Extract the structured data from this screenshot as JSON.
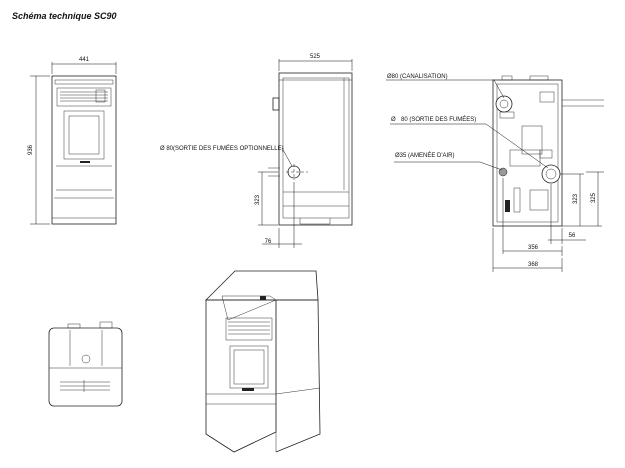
{
  "title": "Schéma technique SC90",
  "dimensions": {
    "front_width": "441",
    "front_height": "936",
    "side_depth": "525",
    "side_outlet_height": "323",
    "side_outlet_offset": "76",
    "rear_right_height_inner": "323",
    "rear_right_height_outer": "325",
    "rear_offset_56": "56",
    "rear_width_356": "356",
    "rear_width_368": "368"
  },
  "labels": {
    "side_optional_outlet": "Ø 80(SORTIE DES FUMÉES OPTIONNELLE)",
    "rear_channeling": "Ø80 (CANALISATION)",
    "rear_smoke_outlet_symbol": "Ø",
    "rear_smoke_outlet": "80 (SORTIE DES FUMÉES)",
    "rear_air_inlet": "Ø35 (AMENÉE D'AIR)"
  }
}
